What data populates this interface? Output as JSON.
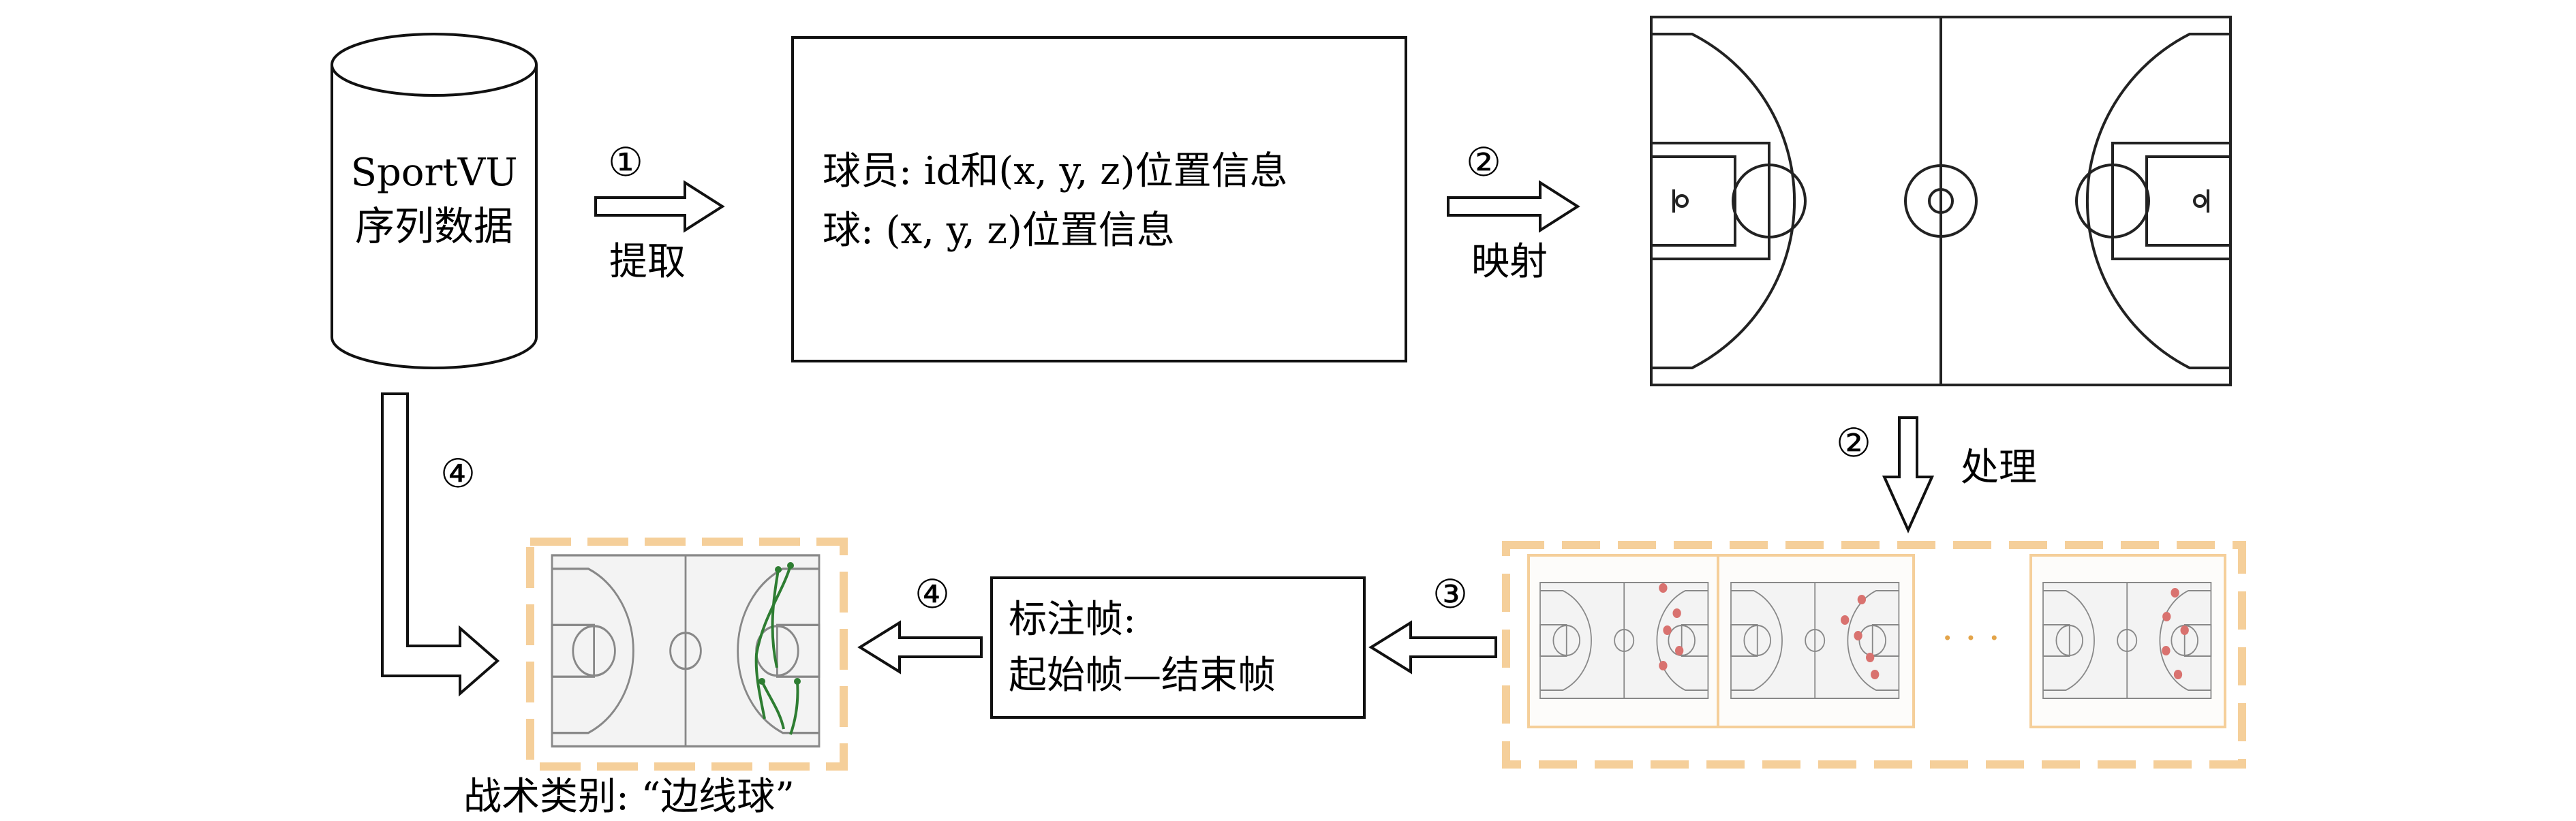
{
  "source": {
    "line1": "SportVU",
    "line2": "序列数据"
  },
  "extract": {
    "num": "①",
    "label": "提取"
  },
  "info_box": {
    "line1": "球员: id和(x, y, z)位置信息",
    "line2": "球: (x, y, z)位置信息"
  },
  "map": {
    "num": "②",
    "label": "映射"
  },
  "process": {
    "num": "②",
    "label": "处理"
  },
  "sequence": {
    "ellipsis": "· · ·"
  },
  "annotate": {
    "num": "③"
  },
  "label_box": {
    "line1": "标注帧:",
    "line2": "起始帧—结束帧"
  },
  "to_result": {
    "num": "④"
  },
  "from_source": {
    "num": "④"
  },
  "result": {
    "caption": "战术类别: “边线球”"
  },
  "colors": {
    "dashed_frame": "#f5cf9a",
    "player_dot": "#d9726f",
    "trajectory": "#2e7d32"
  }
}
